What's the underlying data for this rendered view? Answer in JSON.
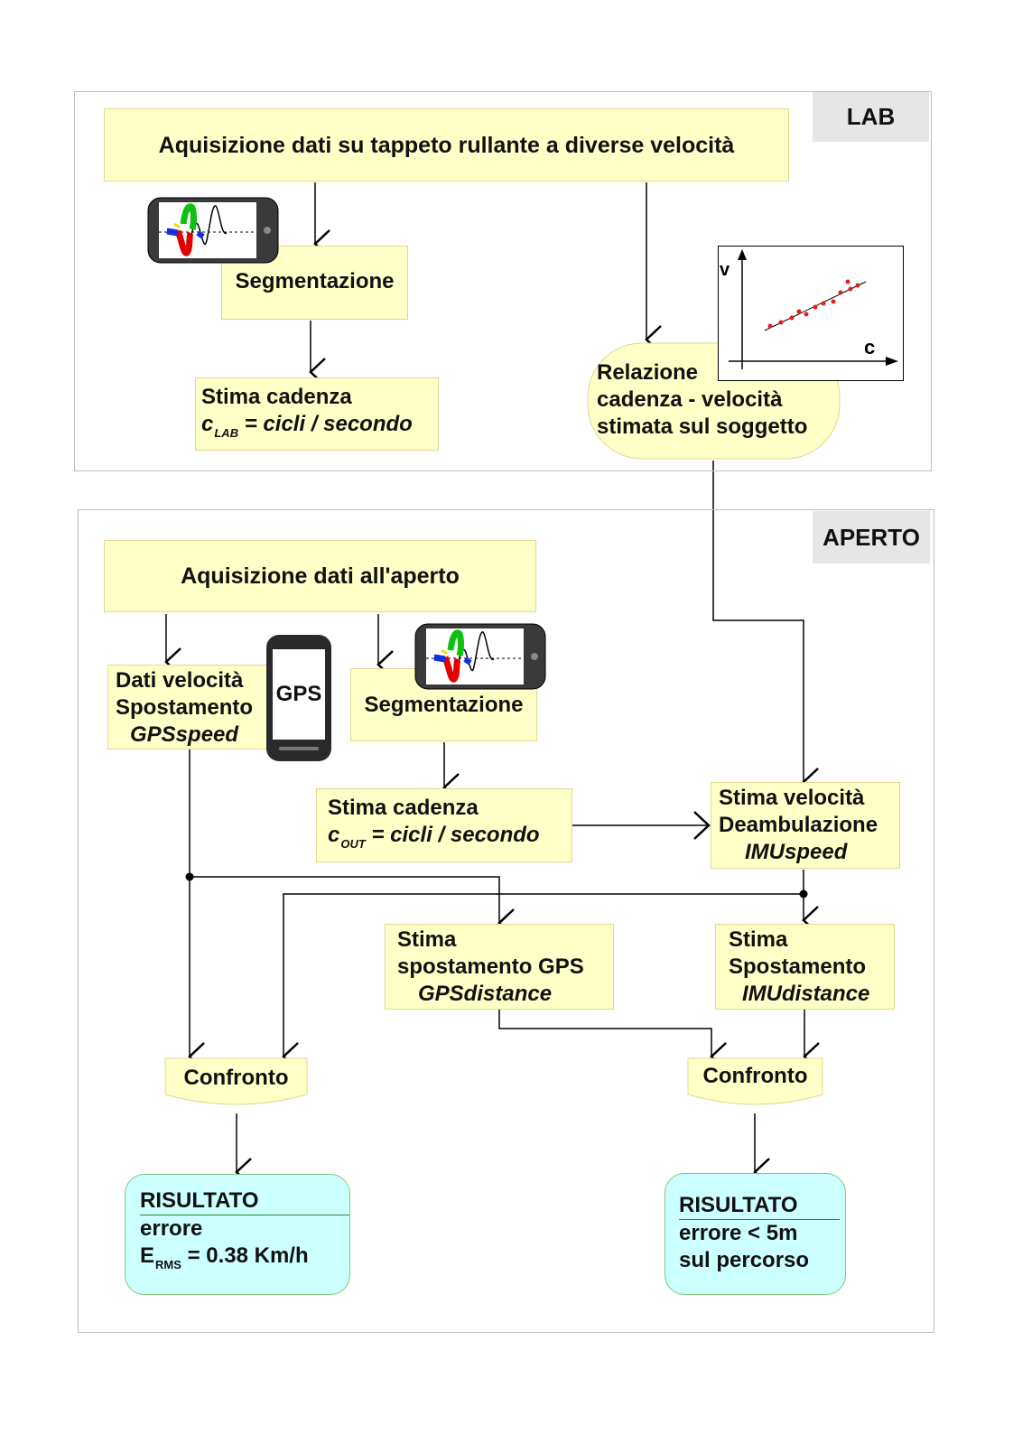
{
  "lab": {
    "tag": "LAB",
    "acquisition": "Aquisizione dati su tappeto rullante a diverse velocità",
    "segmentation": "Segmentazione",
    "cadence_title": "Stima cadenza",
    "cadence_c": "c",
    "cadence_sub": "LAB",
    "cadence_formula": " = cicli / secondo",
    "relation_lines": [
      "Relazione",
      "cadenza - velocità",
      "stimata sul soggetto"
    ],
    "plot_v_label": "v",
    "plot_c_label": "c"
  },
  "aperto": {
    "tag": "APERTO",
    "acquisition": "Aquisizione dati all'aperto",
    "gps_data_line1": "Dati velocità",
    "gps_data_line2": "Spostamento",
    "gps_data_var": "GPSspeed",
    "gps_phone_label": "GPS",
    "segmentation": "Segmentazione",
    "cadence_title": "Stima cadenza",
    "cadence_c": "c",
    "cadence_sub": "OUT",
    "cadence_formula": " = cicli / secondo",
    "imu_speed_line1": "Stima velocità",
    "imu_speed_line2": "Deambulazione",
    "imu_speed_var": "IMUspeed",
    "gps_dist_line1": "Stima",
    "gps_dist_line2": "spostamento GPS",
    "gps_dist_var": "GPSdistance",
    "imu_dist_line1": "Stima",
    "imu_dist_line2": "Spostamento",
    "imu_dist_var": "IMUdistance",
    "compare_left": "Confronto",
    "compare_right": "Confronto",
    "result_left_title": "RISULTATO",
    "result_left_line1": "errore",
    "result_left_E": "E",
    "result_left_sub": "RMS",
    "result_left_value": " = 0.38 Km/h",
    "result_right_title": "RISULTATO",
    "result_right_line1": "errore < 5m",
    "result_right_line2": "sul percorso"
  },
  "colors": {
    "box_fill": "#ffffc8",
    "result_fill": "#ccffff",
    "result_border": "#7fc97f",
    "tag_fill": "#e6e6e6",
    "scatter_points": "#e02020"
  }
}
